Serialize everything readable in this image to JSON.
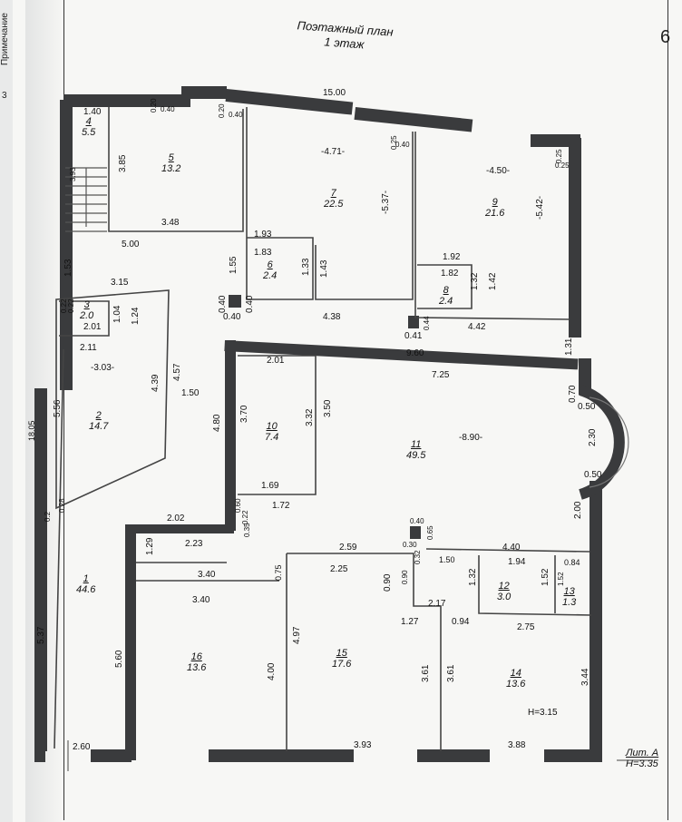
{
  "page": {
    "margin_note": "Примечание",
    "sheet_number": "3",
    "page_number": "6",
    "title_line1": "Поэтажный план",
    "title_line2": "1 этаж"
  },
  "rooms": [
    {
      "num": "1",
      "area": "44.6"
    },
    {
      "num": "2",
      "area": "14.7"
    },
    {
      "num": "3",
      "area": "2.0"
    },
    {
      "num": "4",
      "area": "5.5"
    },
    {
      "num": "5",
      "area": "13.2"
    },
    {
      "num": "6",
      "area": "2.4"
    },
    {
      "num": "7",
      "area": "22.5"
    },
    {
      "num": "8",
      "area": "2.4"
    },
    {
      "num": "9",
      "area": "21.6"
    },
    {
      "num": "10",
      "area": "7.4"
    },
    {
      "num": "11",
      "area": "49.5"
    },
    {
      "num": "12",
      "area": "3.0"
    },
    {
      "num": "13",
      "area": "1.3"
    },
    {
      "num": "14",
      "area": "13.6"
    },
    {
      "num": "15",
      "area": "17.6"
    },
    {
      "num": "16",
      "area": "13.6"
    }
  ],
  "dimensions": {
    "d1": "15.00",
    "d2": "1.40",
    "d3": "3.85",
    "d4": "3.93",
    "d5": "0.20",
    "d6": "0.40",
    "d7": "0.20",
    "d8": "0.40",
    "d9": "-4.71-",
    "d10": "0.25",
    "d11": "0.40",
    "d12": "-5.37-",
    "d13": "-4.50-",
    "d14": "0.25",
    "d15": "0.25",
    "d16": "-5.42-",
    "d17": "3.48",
    "d18": "5.00",
    "d19": "1.93",
    "d20": "1.83",
    "d21": "1.55",
    "d22": "1.33",
    "d23": "1.43",
    "d24": "1.92",
    "d25": "1.82",
    "d26": "1.32",
    "d27": "1.42",
    "d28": "1.53",
    "d29": "3.15",
    "d30": "0.22",
    "d31": "0.22",
    "d32": "1.04",
    "d33": "1.24",
    "d34": "2.01",
    "d35": "2.11",
    "d36": "0.40",
    "d37": "0.40",
    "d38": "0.40",
    "d39": "4.38",
    "d40": "0.41",
    "d41": "0.44",
    "d42": "4.42",
    "d43": "1.31",
    "d44": "9.60",
    "d45": "-3.03-",
    "d46": "4.39",
    "d47": "4.57",
    "d48": "2.01",
    "d49": "7.25",
    "d50": "0.70",
    "d51": "0.50",
    "d52": "5.56",
    "d53": "18.05",
    "d54": "1.50",
    "d55": "4.80",
    "d56": "3.70",
    "d57": "3.32",
    "d58": "3.50",
    "d59": "-8.90-",
    "d60": "2.30",
    "d61": "1.69",
    "d62": "1.72",
    "d63": "0.50",
    "d64": "0.28",
    "d65": "0.2",
    "d66": "0.60",
    "d67": "0.22",
    "d68": "0.35",
    "d69": "2.02",
    "d70": "0.40",
    "d71": "0.30",
    "d72": "0.65",
    "d73": "2.00",
    "d74": "2.23",
    "d75": "2.59",
    "d76": "4.40",
    "d77": "1.29",
    "d78": "0.32",
    "d79": "1.50",
    "d80": "1.94",
    "d81": "0.84",
    "d82": "3.40",
    "d83": "0.75",
    "d84": "2.25",
    "d85": "0.90",
    "d86": "0.90",
    "d87": "1.32",
    "d88": "1.52",
    "d89": "1.52",
    "d90": "2.17",
    "d91": "3.40",
    "d92": "1.27",
    "d93": "0.94",
    "d94": "2.75",
    "d95": "5.37",
    "d96": "5.60",
    "d97": "4.97",
    "d98": "4.00",
    "d99": "3.61",
    "d100": "3.61",
    "d101": "3.44",
    "d102": "H=3.15",
    "d103": "2.60",
    "d104": "3.93",
    "d105": "3.88"
  },
  "legend": {
    "lit": "Лит. А",
    "height": "H=3.35"
  }
}
